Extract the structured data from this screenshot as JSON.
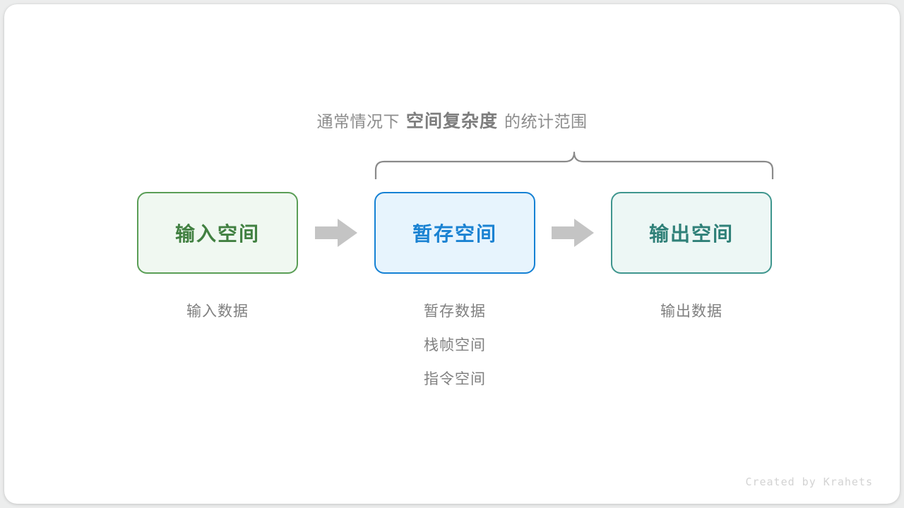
{
  "canvas": {
    "background": "#eceded",
    "card_background": "#ffffff"
  },
  "caption": {
    "prefix": "通常情况下",
    "emphasis": "空间复杂度",
    "suffix": "的统计范围"
  },
  "brace": {
    "name": "curly-brace-spanning-temp-and-output",
    "color": "#8a8a8a",
    "spans": [
      "暂存空间",
      "输出空间"
    ]
  },
  "stages": [
    {
      "id": "input",
      "title": "输入空间",
      "accent": "#5a9e56",
      "text_color": "#418041",
      "fill": "#f0f8f1",
      "labels": [
        "输入数据"
      ]
    },
    {
      "id": "temp",
      "title": "暂存空间",
      "accent": "#1581d4",
      "text_color": "#1a82d2",
      "fill": "#e7f4fd",
      "labels": [
        "暂存数据",
        "栈帧空间",
        "指令空间"
      ]
    },
    {
      "id": "output",
      "title": "输出空间",
      "accent": "#3f968e",
      "text_color": "#2f8078",
      "fill": "#edf7f5",
      "labels": [
        "输出数据"
      ]
    }
  ],
  "arrows": [
    {
      "id": "input-to-temp",
      "icon": "right-arrow-icon",
      "color": "#c4c4c4"
    },
    {
      "id": "temp-to-output",
      "icon": "right-arrow-icon",
      "color": "#c4c4c4"
    }
  ],
  "watermark": {
    "text": "Created by Krahets",
    "color": "#d3d3d3"
  }
}
